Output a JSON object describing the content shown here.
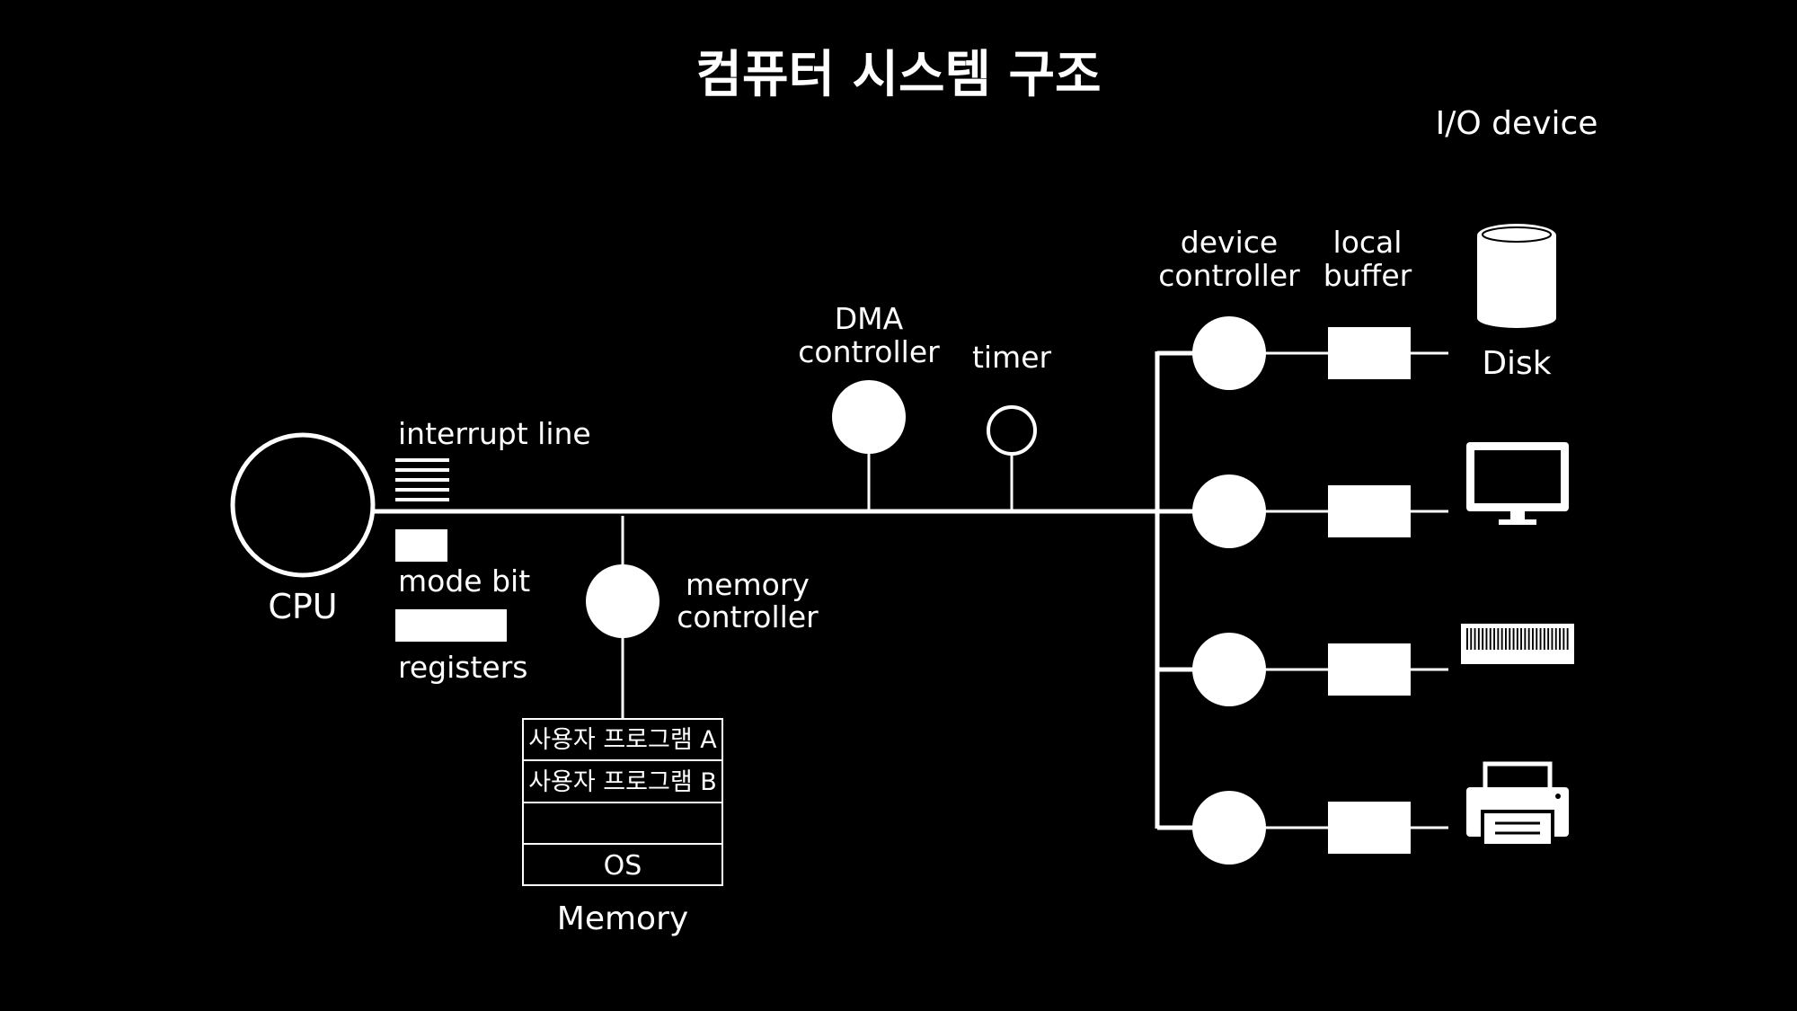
{
  "title": "컴퓨터 시스템 구조",
  "io_header": "I/O device",
  "cpu": {
    "label": "CPU"
  },
  "interrupt_line_label": "interrupt line",
  "mode_bit_label": "mode bit",
  "registers_label": "registers",
  "memory_controller": {
    "line1": "memory",
    "line2": "controller"
  },
  "memory": {
    "label": "Memory",
    "slots": [
      "사용자 프로그램 A",
      "사용자 프로그램 B",
      "",
      "OS"
    ]
  },
  "dma_controller": {
    "line1": "DMA",
    "line2": "controller"
  },
  "timer_label": "timer",
  "device_controller": {
    "line1": "device",
    "line2": "controller"
  },
  "local_buffer": {
    "line1": "local",
    "line2": "buffer"
  },
  "devices": [
    {
      "name": "disk",
      "label": "Disk",
      "icon": "disk-icon"
    },
    {
      "name": "monitor",
      "label": "",
      "icon": "monitor-icon"
    },
    {
      "name": "keyboard",
      "label": "",
      "icon": "keyboard-icon"
    },
    {
      "name": "printer",
      "label": "",
      "icon": "printer-icon"
    }
  ],
  "colors": {
    "background": "#000000",
    "foreground": "#ffffff"
  }
}
